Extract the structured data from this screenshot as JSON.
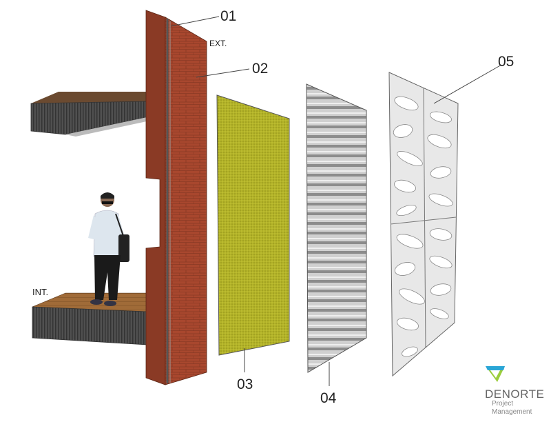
{
  "labels": {
    "l01": "01",
    "l02": "02",
    "l03": "03",
    "l04": "04",
    "l05": "05",
    "ext": "EXT.",
    "int": "INT."
  },
  "logo": {
    "name": "DENORTE",
    "line1": "Project",
    "line2": "Management"
  },
  "colors": {
    "brick": "#a8472e",
    "brick_side": "#8a3a25",
    "felt": "#b5b52a",
    "metal": "#c8c8c8",
    "panel": "#e6e6e6",
    "slab": "#4a4a4a",
    "wood": "#9a6a3a"
  }
}
